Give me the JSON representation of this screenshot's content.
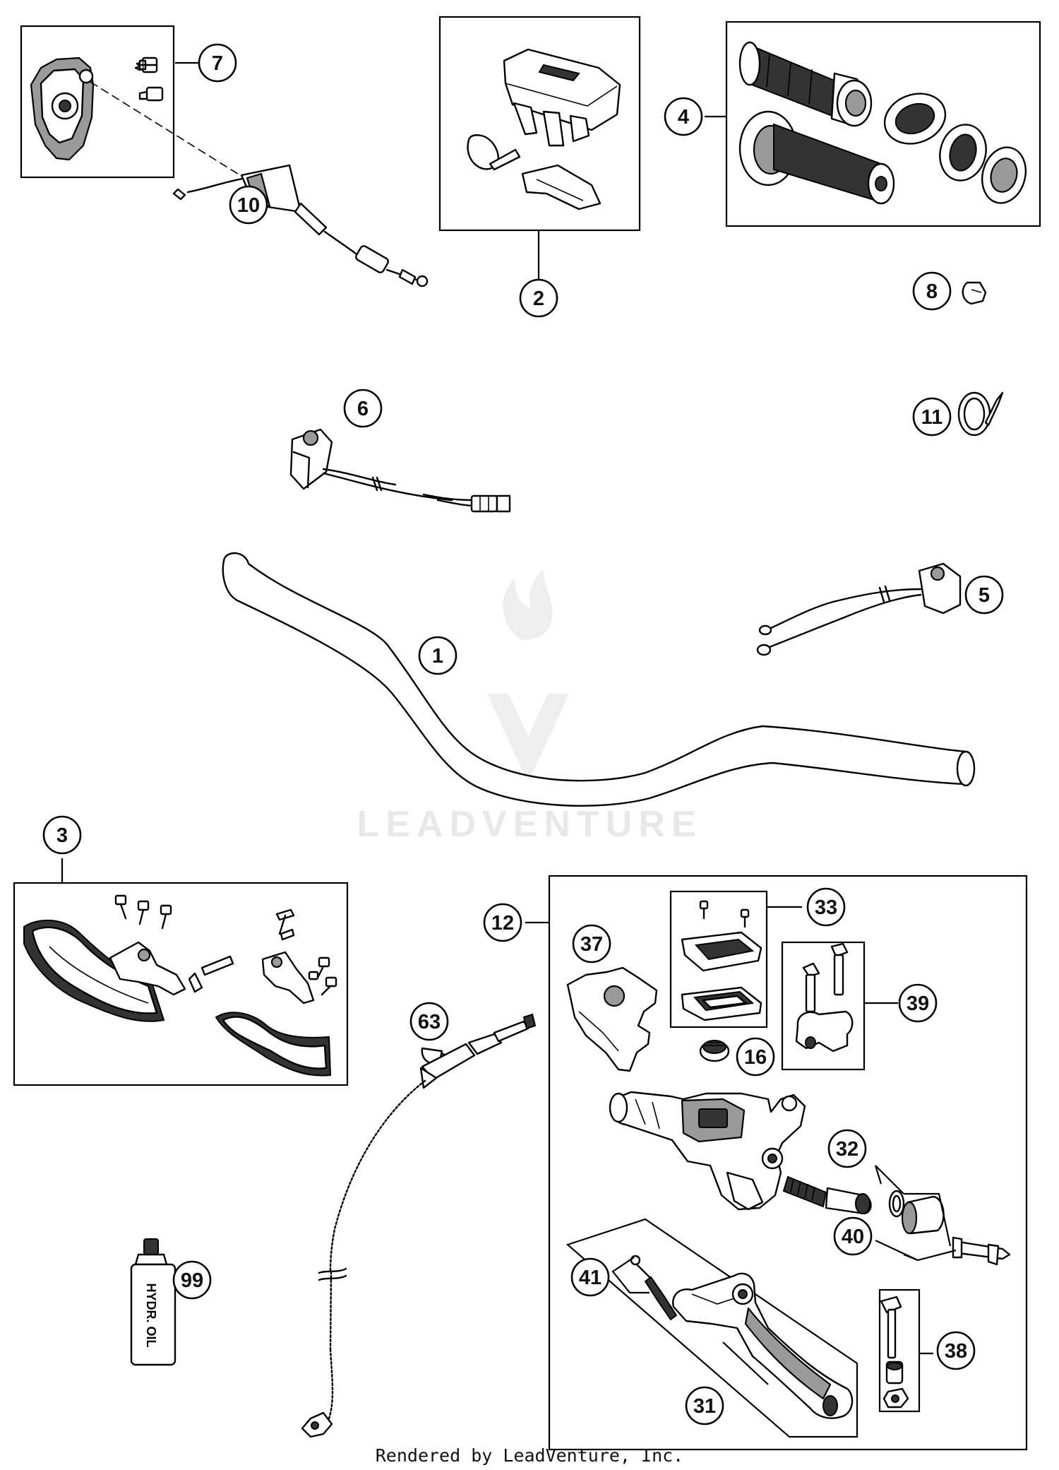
{
  "callouts": [
    {
      "id": "1",
      "label": "1"
    },
    {
      "id": "2",
      "label": "2"
    },
    {
      "id": "3",
      "label": "3"
    },
    {
      "id": "4",
      "label": "4"
    },
    {
      "id": "5",
      "label": "5"
    },
    {
      "id": "6",
      "label": "6"
    },
    {
      "id": "7",
      "label": "7"
    },
    {
      "id": "8",
      "label": "8"
    },
    {
      "id": "10",
      "label": "10"
    },
    {
      "id": "11",
      "label": "11"
    },
    {
      "id": "12",
      "label": "12"
    },
    {
      "id": "16",
      "label": "16"
    },
    {
      "id": "31",
      "label": "31"
    },
    {
      "id": "32",
      "label": "32"
    },
    {
      "id": "33",
      "label": "33"
    },
    {
      "id": "37",
      "label": "37"
    },
    {
      "id": "38",
      "label": "38"
    },
    {
      "id": "39",
      "label": "39"
    },
    {
      "id": "40",
      "label": "40"
    },
    {
      "id": "41",
      "label": "41"
    },
    {
      "id": "63",
      "label": "63"
    },
    {
      "id": "99",
      "label": "99"
    }
  ],
  "bottle_label": "HYDR. OIL",
  "watermark": {
    "text": "LEADVENTURE",
    "color": "#e8e8e8"
  },
  "credit": "Rendered by LeadVenture, Inc."
}
